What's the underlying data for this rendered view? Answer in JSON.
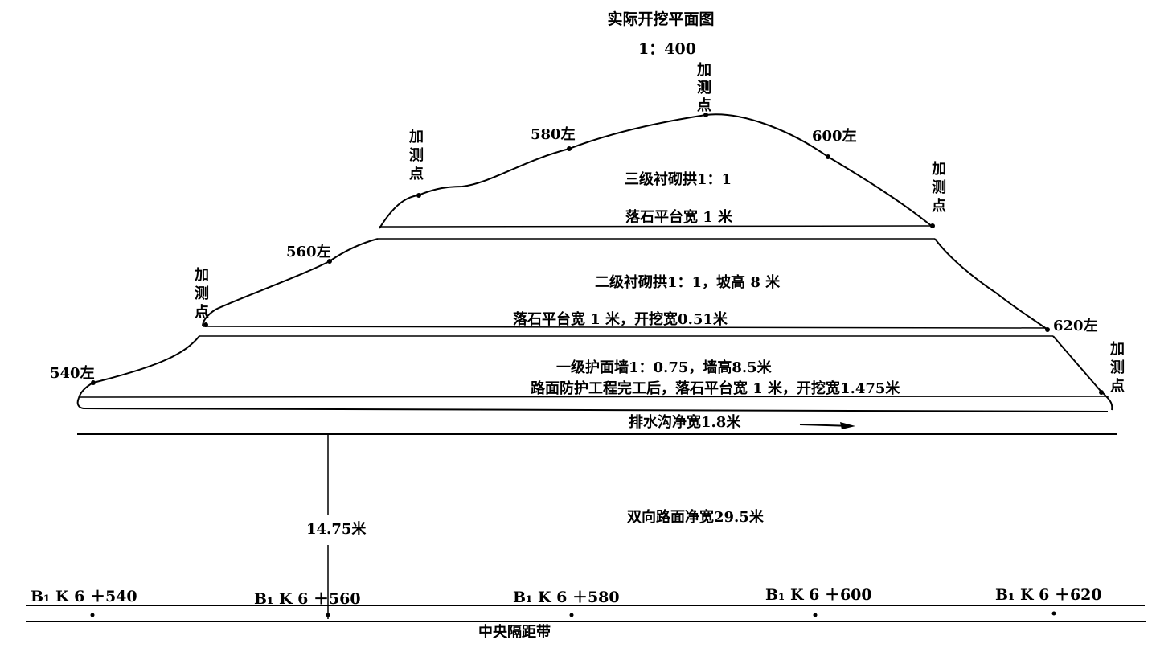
{
  "title": "实际开挖平面图",
  "scale": "1：400",
  "survey_point": [
    "加",
    "测",
    "点"
  ],
  "slope_labels": {
    "p540": "540左",
    "p560": "560左",
    "p580": "580左",
    "p600": "600左",
    "p620": "620左"
  },
  "zones": {
    "arch3": "三级衬砌拱1：1",
    "platform1": "落石平台宽 1 米",
    "arch2": "二级衬砌拱1：1，坡高 8 米",
    "platform2": "落石平台宽 1 米，开挖宽0.51米",
    "wall1": "一级护面墙1：0.75，墙高8.5米",
    "platform3": "路面防护工程完工后，落石平台宽 1 米，开挖宽1.475米",
    "drain": "排水沟净宽1.8米"
  },
  "road": {
    "width": "双向路面净宽29.5米",
    "half": "14.75米",
    "median": "中央隔距带"
  },
  "stations": [
    {
      "label": "B₁ K 6 ＋540"
    },
    {
      "label": "B₁ K 6 ＋560"
    },
    {
      "label": "B₁ K 6 ＋580"
    },
    {
      "label": "B₁ K 6 ＋600"
    },
    {
      "label": "B₁ K 6 ＋620"
    }
  ]
}
